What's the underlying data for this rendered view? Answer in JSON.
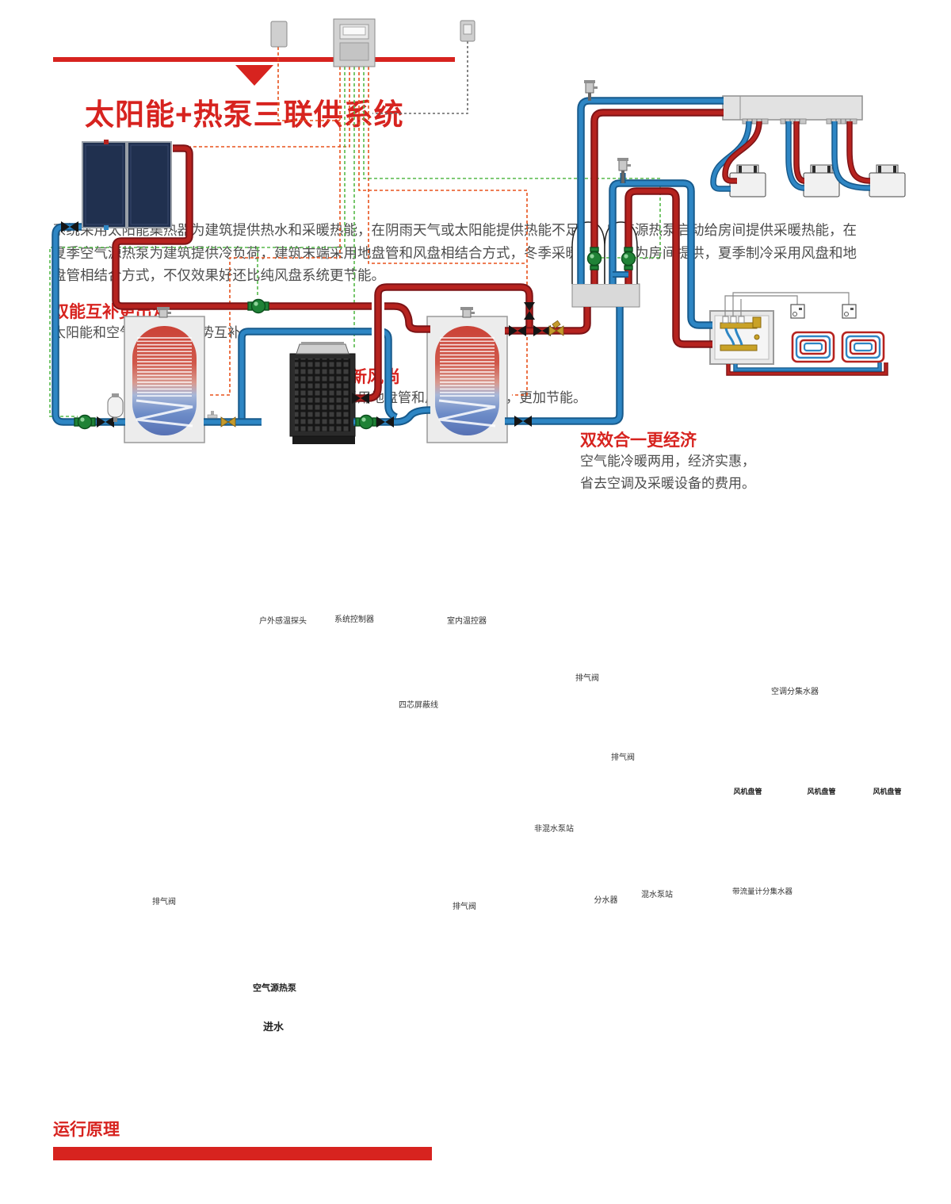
{
  "header": {
    "title": "太阳能+热泵三联供系统",
    "intro_lines": [
      "系统采用太阳能集热器为建筑提供热水和采暖热能，在阴雨天气或太阳能提供热能不足时，空气源热泵启动给房间提供采暖热能，在",
      "夏季空气源热泵为建筑提供冷负荷，建筑末端采用地盘管和风盘相结合方式，冬季采暖由地盘管为房间提供，夏季制冷采用风盘和地",
      "盘管相结合方式，不仅效果好还比纯风盘系统更节能。"
    ],
    "features": [
      {
        "title": "双能互补更出众",
        "lines": [
          "太阳能和空气能结合，优势互补。"
        ]
      },
      {
        "title": "节能新风尚",
        "lines": [
          "末端采用地盘管和风盘结合制冷，更加节能。"
        ]
      },
      {
        "title": "双效合一更经济",
        "lines": [
          "空气能冷暖两用，经济实惠，",
          "省去空调及采暖设备的费用。"
        ]
      }
    ]
  },
  "diagram": {
    "labels": {
      "outdoor_sensor": "户外感温探头",
      "system_controller": "系统控制器",
      "indoor_thermostat": "室内温控器",
      "shielded_cable": "四芯屏蔽线",
      "air_vent": "排气阀",
      "ac_manifold": "空调分集水器",
      "fan_coil": "风机盘管",
      "non_mixing_pump_station": "非混水泵站",
      "water_divider": "分水器",
      "mixing_pump_station": "混水泵站",
      "flow_meter_manifold": "带流量计分集水器",
      "air_source_heat_pump": "空气源热泵",
      "water_inlet": "进水"
    }
  },
  "footer": {
    "section_title": "运行原理"
  },
  "colors": {
    "accent_red": "#d7231f",
    "pipe_hot": "#b6231f",
    "pipe_cold": "#2e86c4",
    "wire_green": "#55b948",
    "wire_orange": "#e8521c",
    "panel_navy": "#20304f"
  }
}
